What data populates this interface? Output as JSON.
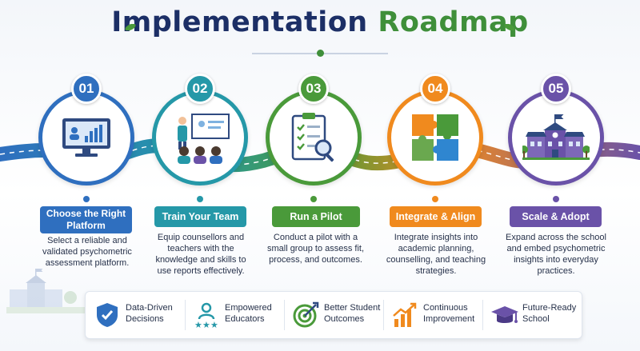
{
  "title": {
    "part1": "Implementation",
    "part2": "Roadmap"
  },
  "steps": [
    {
      "number": "01",
      "label": "Choose the Right Platform",
      "description": "Select a reliable and validated psychometric assessment platform.",
      "color": "#2f6fbf",
      "icon": "monitor-chart-icon"
    },
    {
      "number": "02",
      "label": "Train Your Team",
      "description": "Equip counsellors and teachers with the knowledge and skills to use reports effectively.",
      "color": "#2598a8",
      "icon": "training-presentation-icon"
    },
    {
      "number": "03",
      "label": "Run a Pilot",
      "description": "Conduct a pilot with a small group to assess fit, process, and outcomes.",
      "color": "#4a9a3a",
      "icon": "clipboard-magnifier-icon"
    },
    {
      "number": "04",
      "label": "Integrate & Align",
      "description": "Integrate insights into academic planning, counselling, and teaching strategies.",
      "color": "#f08a1e",
      "icon": "puzzle-icon"
    },
    {
      "number": "05",
      "label": "Scale & Adopt",
      "description": "Expand across the school and embed psychometric insights into everyday practices.",
      "color": "#6a52a8",
      "icon": "school-building-icon"
    }
  ],
  "benefits": [
    {
      "line1": "Data-Driven",
      "line2": "Decisions",
      "icon": "shield-check-icon",
      "color": "#2f6fbf"
    },
    {
      "line1": "Empowered",
      "line2": "Educators",
      "icon": "people-stars-icon",
      "color": "#2598a8"
    },
    {
      "line1": "Better Student",
      "line2": "Outcomes",
      "icon": "target-arrow-icon",
      "color": "#4a9a3a"
    },
    {
      "line1": "Continuous",
      "line2": "Improvement",
      "icon": "growth-chart-icon",
      "color": "#f08a1e"
    },
    {
      "line1": "Future-Ready",
      "line2": "School",
      "icon": "graduation-cap-icon",
      "color": "#6a52a8"
    }
  ]
}
